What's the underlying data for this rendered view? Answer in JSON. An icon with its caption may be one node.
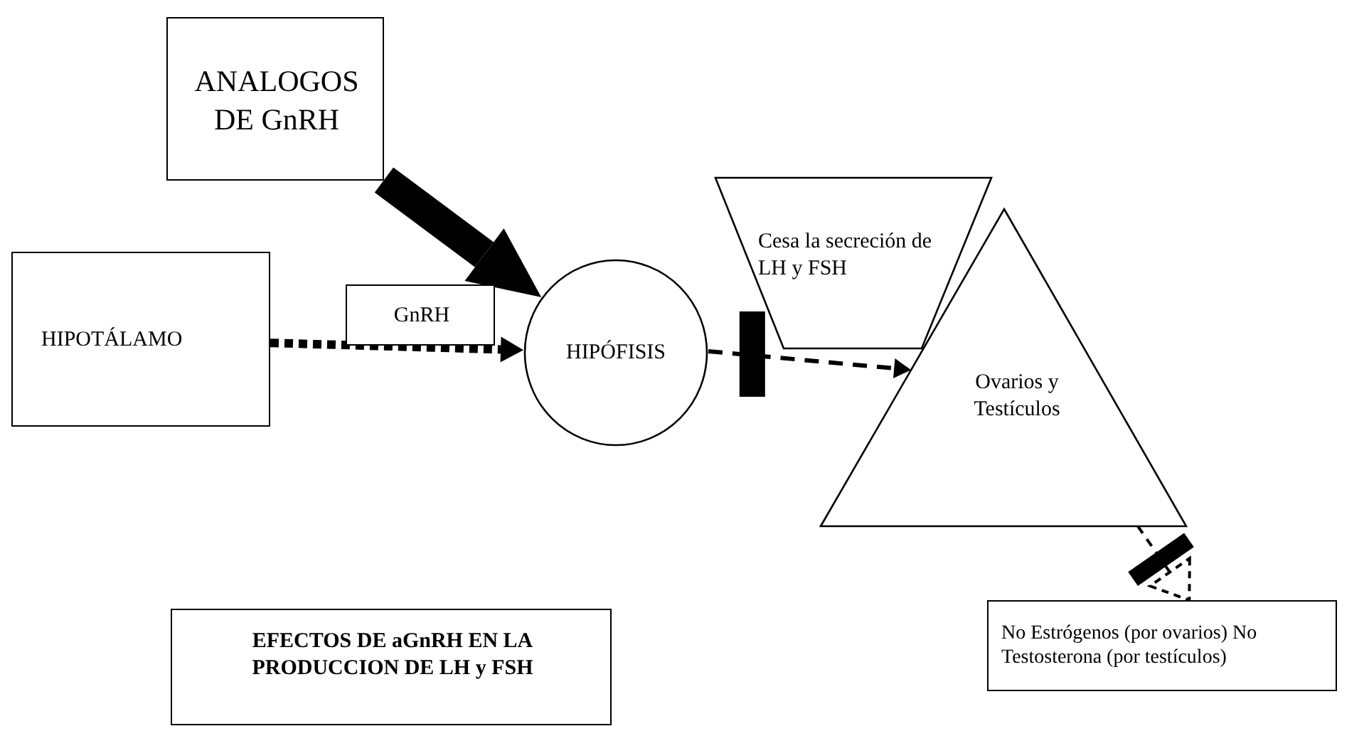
{
  "diagram": {
    "nodes": [
      {
        "text": [
          "ANALOGOS DE GnRH"
        ]
      },
      {
        "text": [
          "HIPOTÁLAMO"
        ]
      },
      {
        "text": [
          "GnRH"
        ]
      },
      {
        "text": [
          "HIPÓFISIS"
        ]
      },
      {
        "text": [
          "Cesa la secreción de LH y FSH"
        ]
      },
      {
        "text": [
          "Ovarios y Testículos"
        ]
      },
      {
        "text": [
          "EFECTOS DE aGnRH EN LA PRODUCCION DE LH y FSH"
        ]
      },
      {
        "text": [
          "No Estrógenos (por ovarios) No Testosterona (por testículos)"
        ]
      }
    ],
    "edges": [
      {
        "from": 0,
        "to": 3,
        "arrow": "to",
        "style": "thick"
      },
      {
        "from": 1,
        "to": 3,
        "arrow": "to",
        "style": "dashed"
      },
      {
        "from": 3,
        "to": 5,
        "arrow": "to",
        "style": "dashed"
      },
      {
        "from": 5,
        "to": 7,
        "arrow": "to",
        "style": "dashed"
      }
    ]
  }
}
